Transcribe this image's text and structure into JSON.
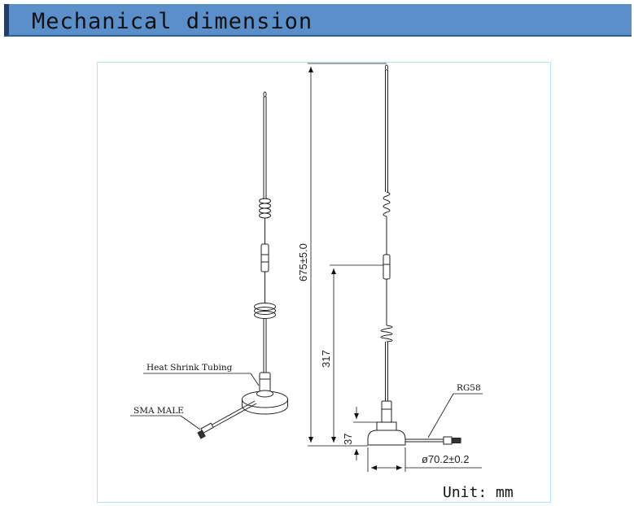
{
  "header": {
    "title": "Mechanical dimension",
    "background_color": "#5a8fca"
  },
  "diagram": {
    "left_labels": {
      "heat_shrink": "Heat Shrink Tubing",
      "sma": "SMA MALE"
    },
    "right_labels": {
      "cable": "RG58"
    },
    "dimensions": {
      "total_length": "675±5.0",
      "lower_section": "317",
      "base_height": "37",
      "base_diameter": "ø70.2±0.2"
    },
    "unit": "Unit: mm",
    "frame_color": "#b5e1f2"
  }
}
